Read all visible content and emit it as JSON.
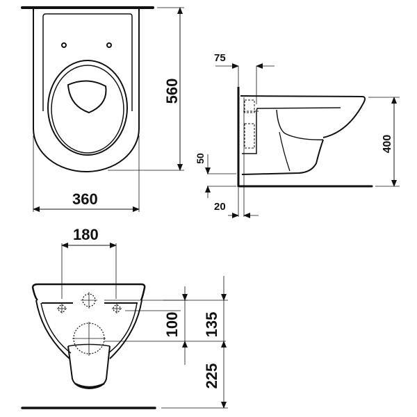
{
  "drawing": {
    "subject": "wall-hung toilet dimensional drawing",
    "line_color": "#111111",
    "background": "#ffffff"
  },
  "top_view": {
    "width_label": "360",
    "depth_label": "560"
  },
  "side_view": {
    "wall_offset_top_label": "75",
    "height_label": "400",
    "bottom_offset_label": "50",
    "wall_thickness_label": "20"
  },
  "front_view": {
    "bolt_spacing_label": "180",
    "upper_inlet_label": "100",
    "top_to_outlet_label": "135",
    "outlet_to_floor_label": "225"
  }
}
